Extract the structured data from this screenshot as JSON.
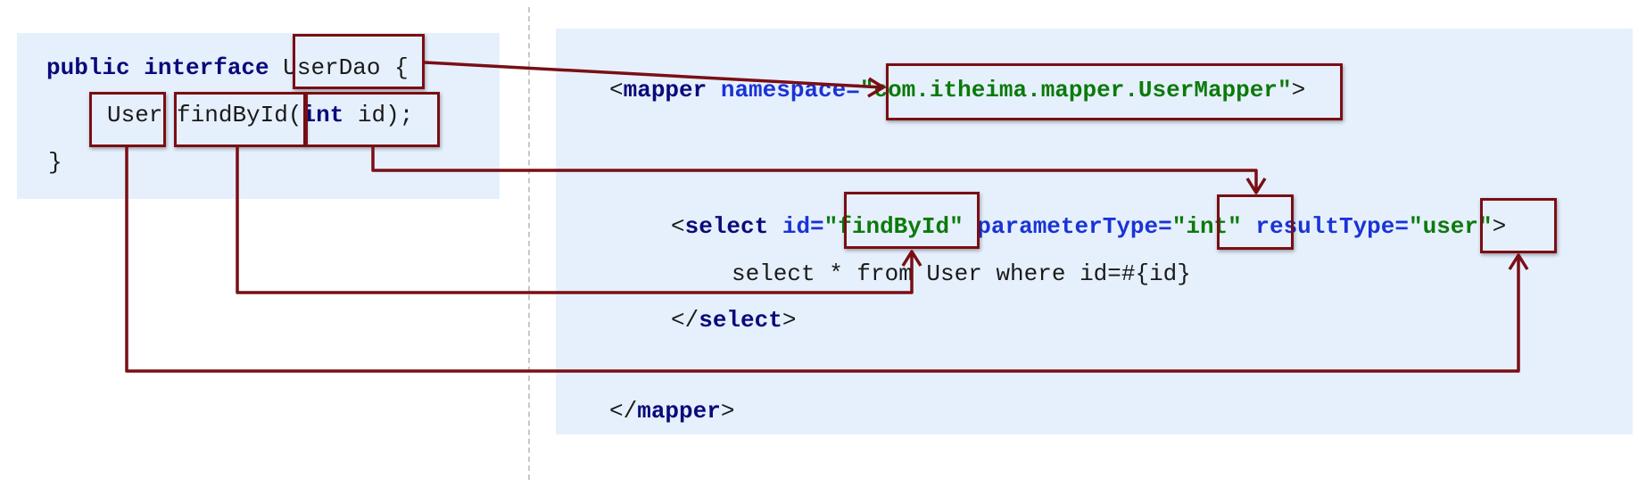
{
  "interface_code": {
    "line1": {
      "kw": "public interface",
      "name": "UserDao",
      "brace": "{"
    },
    "line2": {
      "return_type": "User",
      "method": "findById",
      "open_paren": "(",
      "param_kw": "int",
      "param_name": "id",
      "close": ");"
    },
    "line3": "}"
  },
  "mapper_code": {
    "open_lt": "<",
    "mapper_tag": "mapper",
    "namespace_attr": "namespace=",
    "namespace_value": "\"com.itheima.mapper.UserMapper\"",
    "open_gt": ">",
    "select_lt": "<",
    "select_tag": "select",
    "id_attr": "id=",
    "id_value": "\"findById\"",
    "param_attr": "parameterType=",
    "param_value": "\"int\"",
    "result_attr": "resultType=",
    "result_value": "\"user\"",
    "select_gt": ">",
    "sql": "select * from User where id=#{id}",
    "select_close_lt": "</",
    "select_close_tag": "select",
    "select_close_gt": ">",
    "mapper_close_lt": "</",
    "mapper_close_tag": "mapper",
    "mapper_close_gt": ">"
  },
  "colors": {
    "panel_bg": "#e6f0fd",
    "keyword": "#0a0a7a",
    "attribute": "#1a33d6",
    "string": "#0b7a0b",
    "connector": "#7a0e14"
  }
}
